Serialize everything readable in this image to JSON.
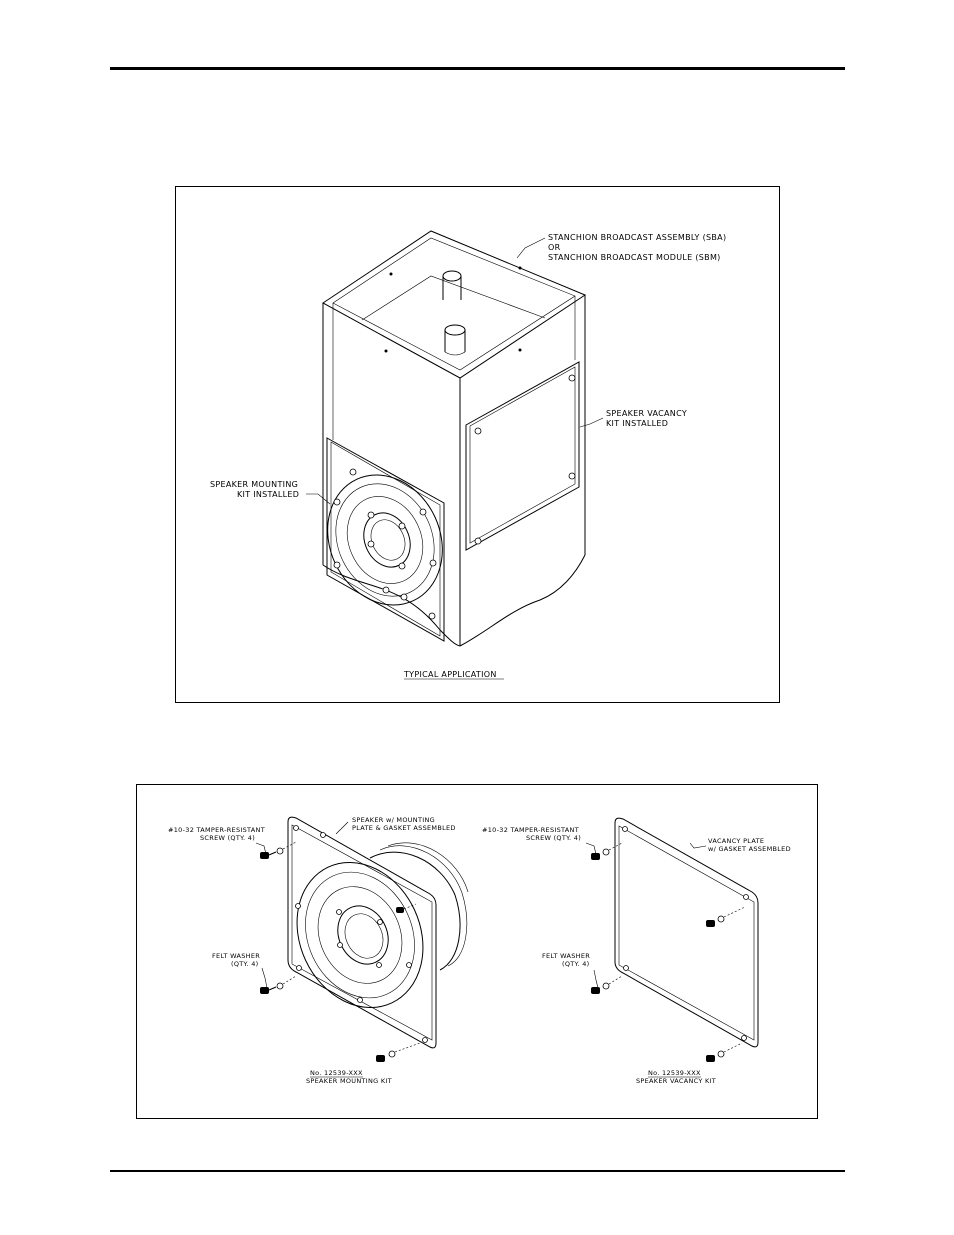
{
  "figure1": {
    "label_sba": "STANCHION BROADCAST ASSEMBLY (SBA)",
    "label_or": "OR",
    "label_sbm": "STANCHION BROADCAST MODULE (SBM)",
    "label_vacancy_1": "SPEAKER VACANCY",
    "label_vacancy_2": "KIT INSTALLED",
    "label_mounting_1": "SPEAKER MOUNTING",
    "label_mounting_2": "KIT INSTALLED",
    "caption": "TYPICAL APPLICATION"
  },
  "figure2": {
    "left": {
      "speaker_1": "SPEAKER w/ MOUNTING",
      "speaker_2": "PLATE & GASKET ASSEMBLED",
      "screw_1": "#10-32 TAMPER-RESISTANT",
      "screw_2": "SCREW (QTY. 4)",
      "washer_1": "FELT WASHER",
      "washer_2": "(QTY. 4)",
      "part_no": "No. 12539-XXX",
      "kit_name": "SPEAKER MOUNTING KIT"
    },
    "right": {
      "screw_1": "#10-32 TAMPER-RESISTANT",
      "screw_2": "SCREW (QTY. 4)",
      "plate_1": "VACANCY PLATE",
      "plate_2": "w/ GASKET ASSEMBLED",
      "washer_1": "FELT WASHER",
      "washer_2": "(QTY. 4)",
      "part_no": "No. 12539-XXX",
      "kit_name": "SPEAKER VACANCY KIT"
    }
  }
}
